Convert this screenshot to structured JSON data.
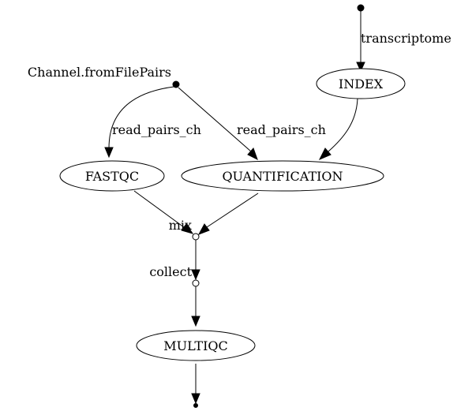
{
  "diagram": {
    "nodes": {
      "transcriptome_source": {
        "label": "transcriptome"
      },
      "read_pairs_source": {
        "label": "Channel.fromFilePairs"
      },
      "index": {
        "label": "INDEX"
      },
      "fastqc": {
        "label": "FASTQC"
      },
      "quantification": {
        "label": "QUANTIFICATION"
      },
      "mix": {
        "label": "mix"
      },
      "collect": {
        "label": "collect"
      },
      "multiqc": {
        "label": "MULTIQC"
      }
    },
    "edges": {
      "source_to_fastqc": {
        "label": "read_pairs_ch"
      },
      "source_to_quant": {
        "label": "read_pairs_ch"
      }
    }
  }
}
